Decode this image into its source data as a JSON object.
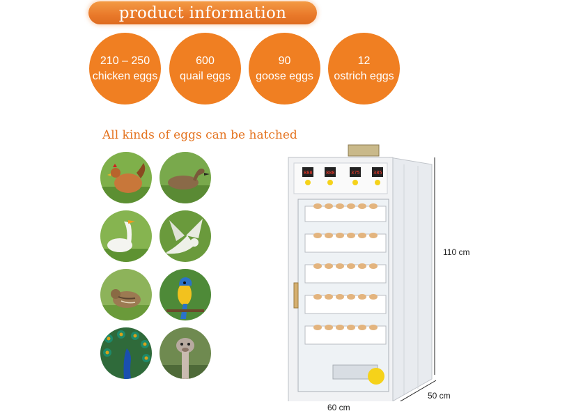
{
  "header": {
    "title": "product information"
  },
  "capacity": [
    {
      "count": "210 – 250",
      "label": "chicken eggs"
    },
    {
      "count": "600",
      "label": "quail eggs"
    },
    {
      "count": "90",
      "label": "goose eggs"
    },
    {
      "count": "12",
      "label": "ostrich eggs"
    }
  ],
  "subtitle": "All kinds of eggs can be hatched",
  "birds": [
    "chicken",
    "duck",
    "goose",
    "pigeon",
    "quail",
    "parrot",
    "peacock",
    "ostrich"
  ],
  "dimensions": {
    "height": "110 cm",
    "width": "60 cm",
    "depth": "50 cm"
  },
  "colors": {
    "accent": "#f07f22",
    "banner": "#e9792a",
    "subtitle": "#e4731f"
  }
}
